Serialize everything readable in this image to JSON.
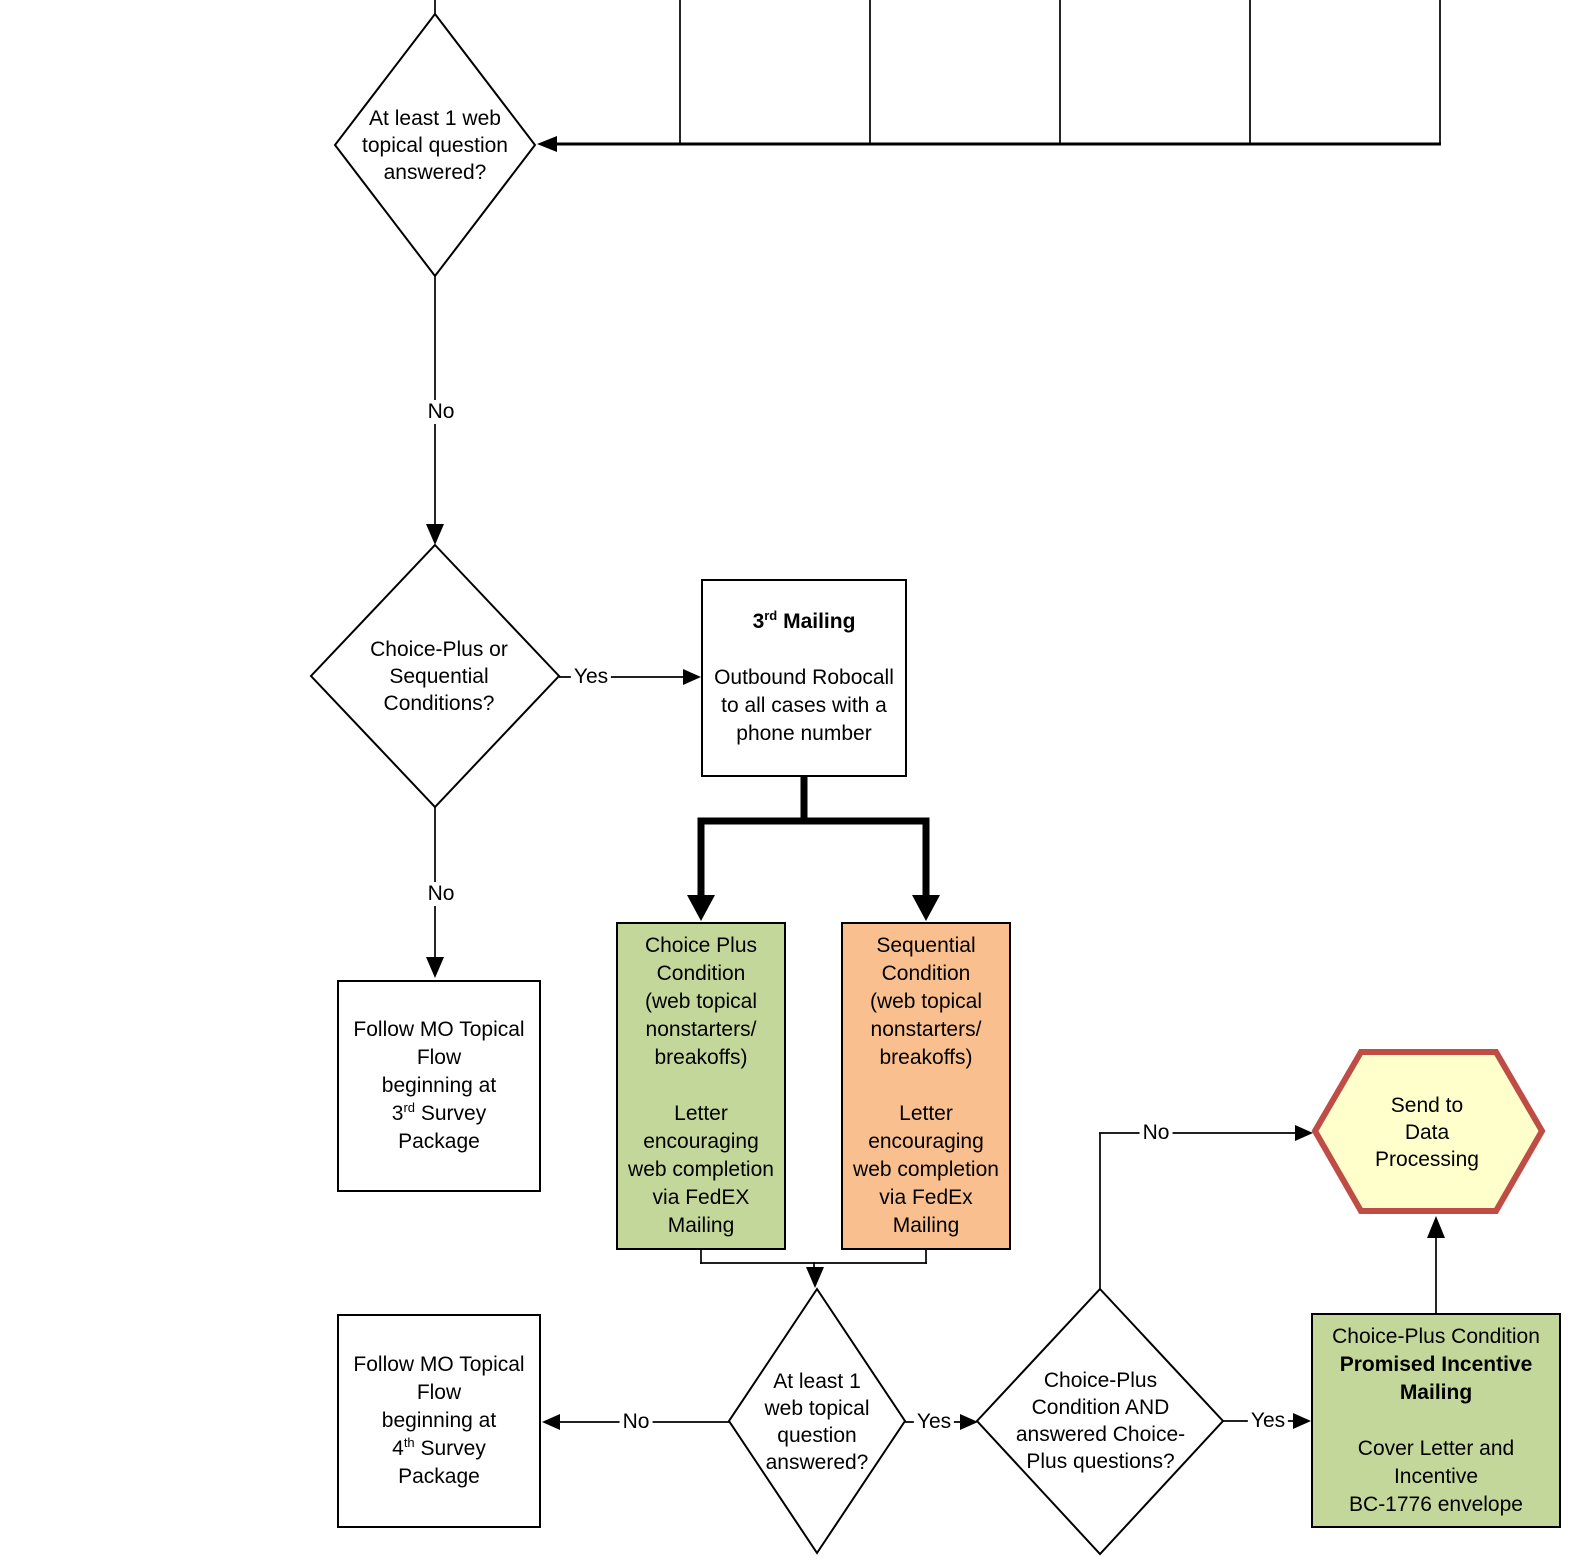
{
  "colors": {
    "green": "#c4d79b",
    "orange": "#fabf8f",
    "hex_fill": "#ffffcc",
    "hex_border": "#bf4c45",
    "line": "#000000",
    "node_border": "#000000",
    "ink": "#000000",
    "bg": "#ffffff"
  },
  "nodes": {
    "d1": {
      "text": "At least 1 web\ntopical question\nanswered?"
    },
    "d2": {
      "text": "Choice-Plus or\nSequential\nConditions?"
    },
    "mail3": {
      "title_num": "3",
      "title_sup": "rd",
      "title_rest": " Mailing",
      "body": "Outbound Robocall\nto all cases with a\nphone number"
    },
    "follow3": {
      "lines_top": "Follow MO Topical\nFlow\nbeginning at",
      "num": "3",
      "sup": "rd",
      "rest": " Survey",
      "last": "Package"
    },
    "choice_plus": {
      "text": "Choice Plus\nCondition\n(web topical\nnonstarters/\nbreakoffs)\n\nLetter\nencouraging\nweb completion\nvia FedEX\nMailing"
    },
    "sequential": {
      "text": "Sequential\nCondition\n(web topical\nnonstarters/\nbreakoffs)\n\nLetter\nencouraging\nweb completion\nvia FedEx\nMailing"
    },
    "d3": {
      "text": "At least 1\nweb topical\nquestion\nanswered?"
    },
    "follow4": {
      "lines_top": "Follow MO Topical\nFlow\nbeginning at",
      "num": "4",
      "sup": "th",
      "rest": " Survey",
      "last": "Package"
    },
    "d4": {
      "text": "Choice-Plus\nCondition AND\nanswered Choice-\nPlus questions?"
    },
    "incentive": {
      "line1": "Choice-Plus Condition",
      "bold": "Promised Incentive\nMailing",
      "body": "Cover Letter and\nIncentive\nBC-1776 envelope"
    },
    "data_processing": {
      "text": "Send to\nData\nProcessing"
    }
  },
  "labels": {
    "d1_no": "No",
    "d2_yes": "Yes",
    "d2_no": "No",
    "d3_no": "No",
    "d3_yes": "Yes",
    "d4_yes": "Yes",
    "d4_no": "No"
  }
}
